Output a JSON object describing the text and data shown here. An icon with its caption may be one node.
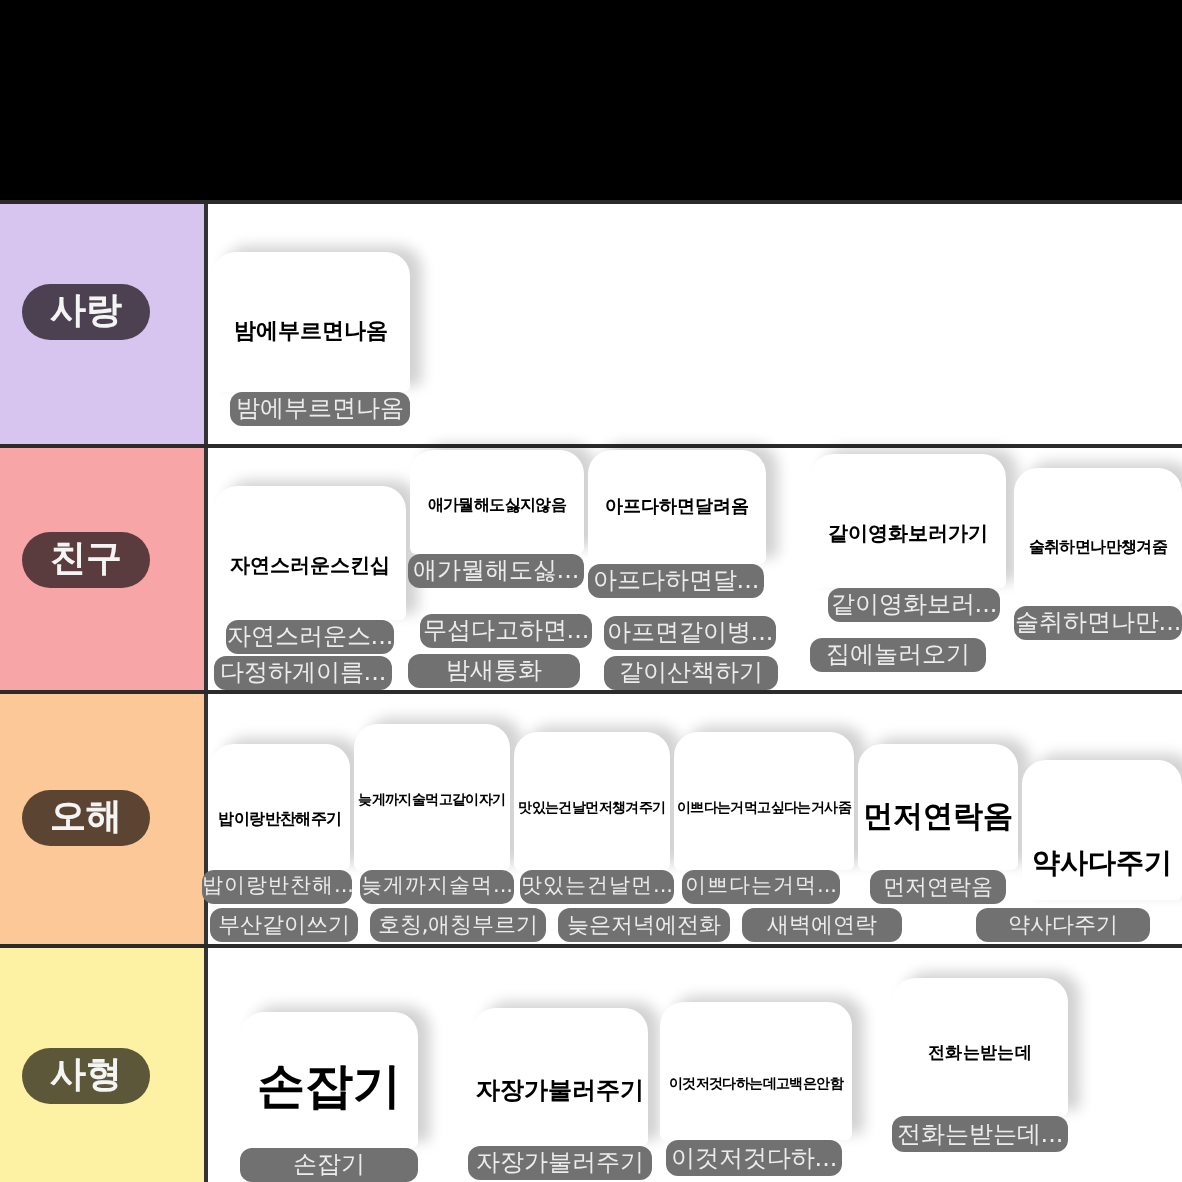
{
  "diagram": {
    "nodes": [
      {
        "text": [
          "사랑"
        ]
      },
      {
        "text": [
          "밤에부르면나옴"
        ],
        "in": 0
      },
      {
        "text": [
          "밤에부르면나옴"
        ],
        "in": 0
      },
      {
        "text": [
          "친구"
        ]
      },
      {
        "text": [
          "자연스러운스킨십"
        ],
        "in": 3
      },
      {
        "text": [
          "자연스러운스..."
        ],
        "in": 3
      },
      {
        "text": [
          "다정하게이름..."
        ],
        "in": 3
      },
      {
        "text": [
          "애가뭘해도싫지않음"
        ],
        "in": 3
      },
      {
        "text": [
          "애가뭘해도싫..."
        ],
        "in": 3
      },
      {
        "text": [
          "무섭다고하면..."
        ],
        "in": 3
      },
      {
        "text": [
          "밤새통화"
        ],
        "in": 3
      },
      {
        "text": [
          "아프다하면달려옴"
        ],
        "in": 3
      },
      {
        "text": [
          "아프다하면달..."
        ],
        "in": 3
      },
      {
        "text": [
          "아프면같이병..."
        ],
        "in": 3
      },
      {
        "text": [
          "같이산책하기"
        ],
        "in": 3
      },
      {
        "text": [
          "같이영화보러가기"
        ],
        "in": 3
      },
      {
        "text": [
          "같이영화보러..."
        ],
        "in": 3
      },
      {
        "text": [
          "집에놀러오기"
        ],
        "in": 3
      },
      {
        "text": [
          "술취하면나만챙겨줌"
        ],
        "in": 3
      },
      {
        "text": [
          "술취하면나만..."
        ],
        "in": 3
      },
      {
        "text": [
          "오해"
        ]
      },
      {
        "text": [
          "밥이랑반찬해주기"
        ],
        "in": 20
      },
      {
        "text": [
          "밥이랑반찬해..."
        ],
        "in": 20
      },
      {
        "text": [
          "부산같이쓰기"
        ],
        "in": 20
      },
      {
        "text": [
          "늦게까지술먹고같이자기"
        ],
        "in": 20
      },
      {
        "text": [
          "늦게까지술먹..."
        ],
        "in": 20
      },
      {
        "text": [
          "호칭,애칭부르기"
        ],
        "in": 20
      },
      {
        "text": [
          "맛있는건날먼저챙겨주기"
        ],
        "in": 20
      },
      {
        "text": [
          "맛있는건날먼..."
        ],
        "in": 20
      },
      {
        "text": [
          "늦은저녁에전화"
        ],
        "in": 20
      },
      {
        "text": [
          "이쁘다는거먹고싶다는거사줌"
        ],
        "in": 20
      },
      {
        "text": [
          "이쁘다는거먹..."
        ],
        "in": 20
      },
      {
        "text": [
          "새벽에연락"
        ],
        "in": 20
      },
      {
        "text": [
          "먼저연락옴"
        ],
        "in": 20
      },
      {
        "text": [
          "먼저연락옴"
        ],
        "in": 20
      },
      {
        "text": [
          "약사다주기"
        ],
        "in": 20
      },
      {
        "text": [
          "약사다주기"
        ],
        "in": 20
      },
      {
        "text": [
          "사형"
        ]
      },
      {
        "text": [
          "손잡기"
        ],
        "in": 37
      },
      {
        "text": [
          "손잡기"
        ],
        "in": 37
      },
      {
        "text": [
          "자장가불러주기"
        ],
        "in": 37
      },
      {
        "text": [
          "자장가불러주기"
        ],
        "in": 37
      },
      {
        "text": [
          "이것저것다하는데고백은안함"
        ],
        "in": 37
      },
      {
        "text": [
          "이것저것다하..."
        ],
        "in": 37
      },
      {
        "text": [
          "전화는받는데"
        ],
        "in": 37
      },
      {
        "text": [
          "전화는받는데..."
        ],
        "in": 37
      }
    ]
  }
}
